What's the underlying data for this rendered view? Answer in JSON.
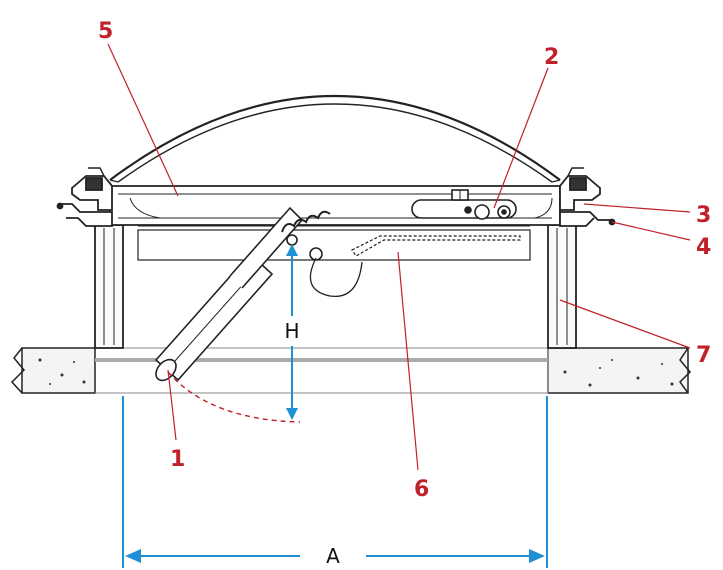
{
  "callouts": {
    "c1": "1",
    "c2": "2",
    "c3": "3",
    "c4": "4",
    "c5": "5",
    "c6": "6",
    "c7": "7"
  },
  "dimensions": {
    "height_label": "H",
    "width_label": "A"
  },
  "colors": {
    "line": "#222222",
    "callout": "#c0212a",
    "dimension": "#1f8fd6",
    "slab_fill": "#f2f2f2"
  }
}
